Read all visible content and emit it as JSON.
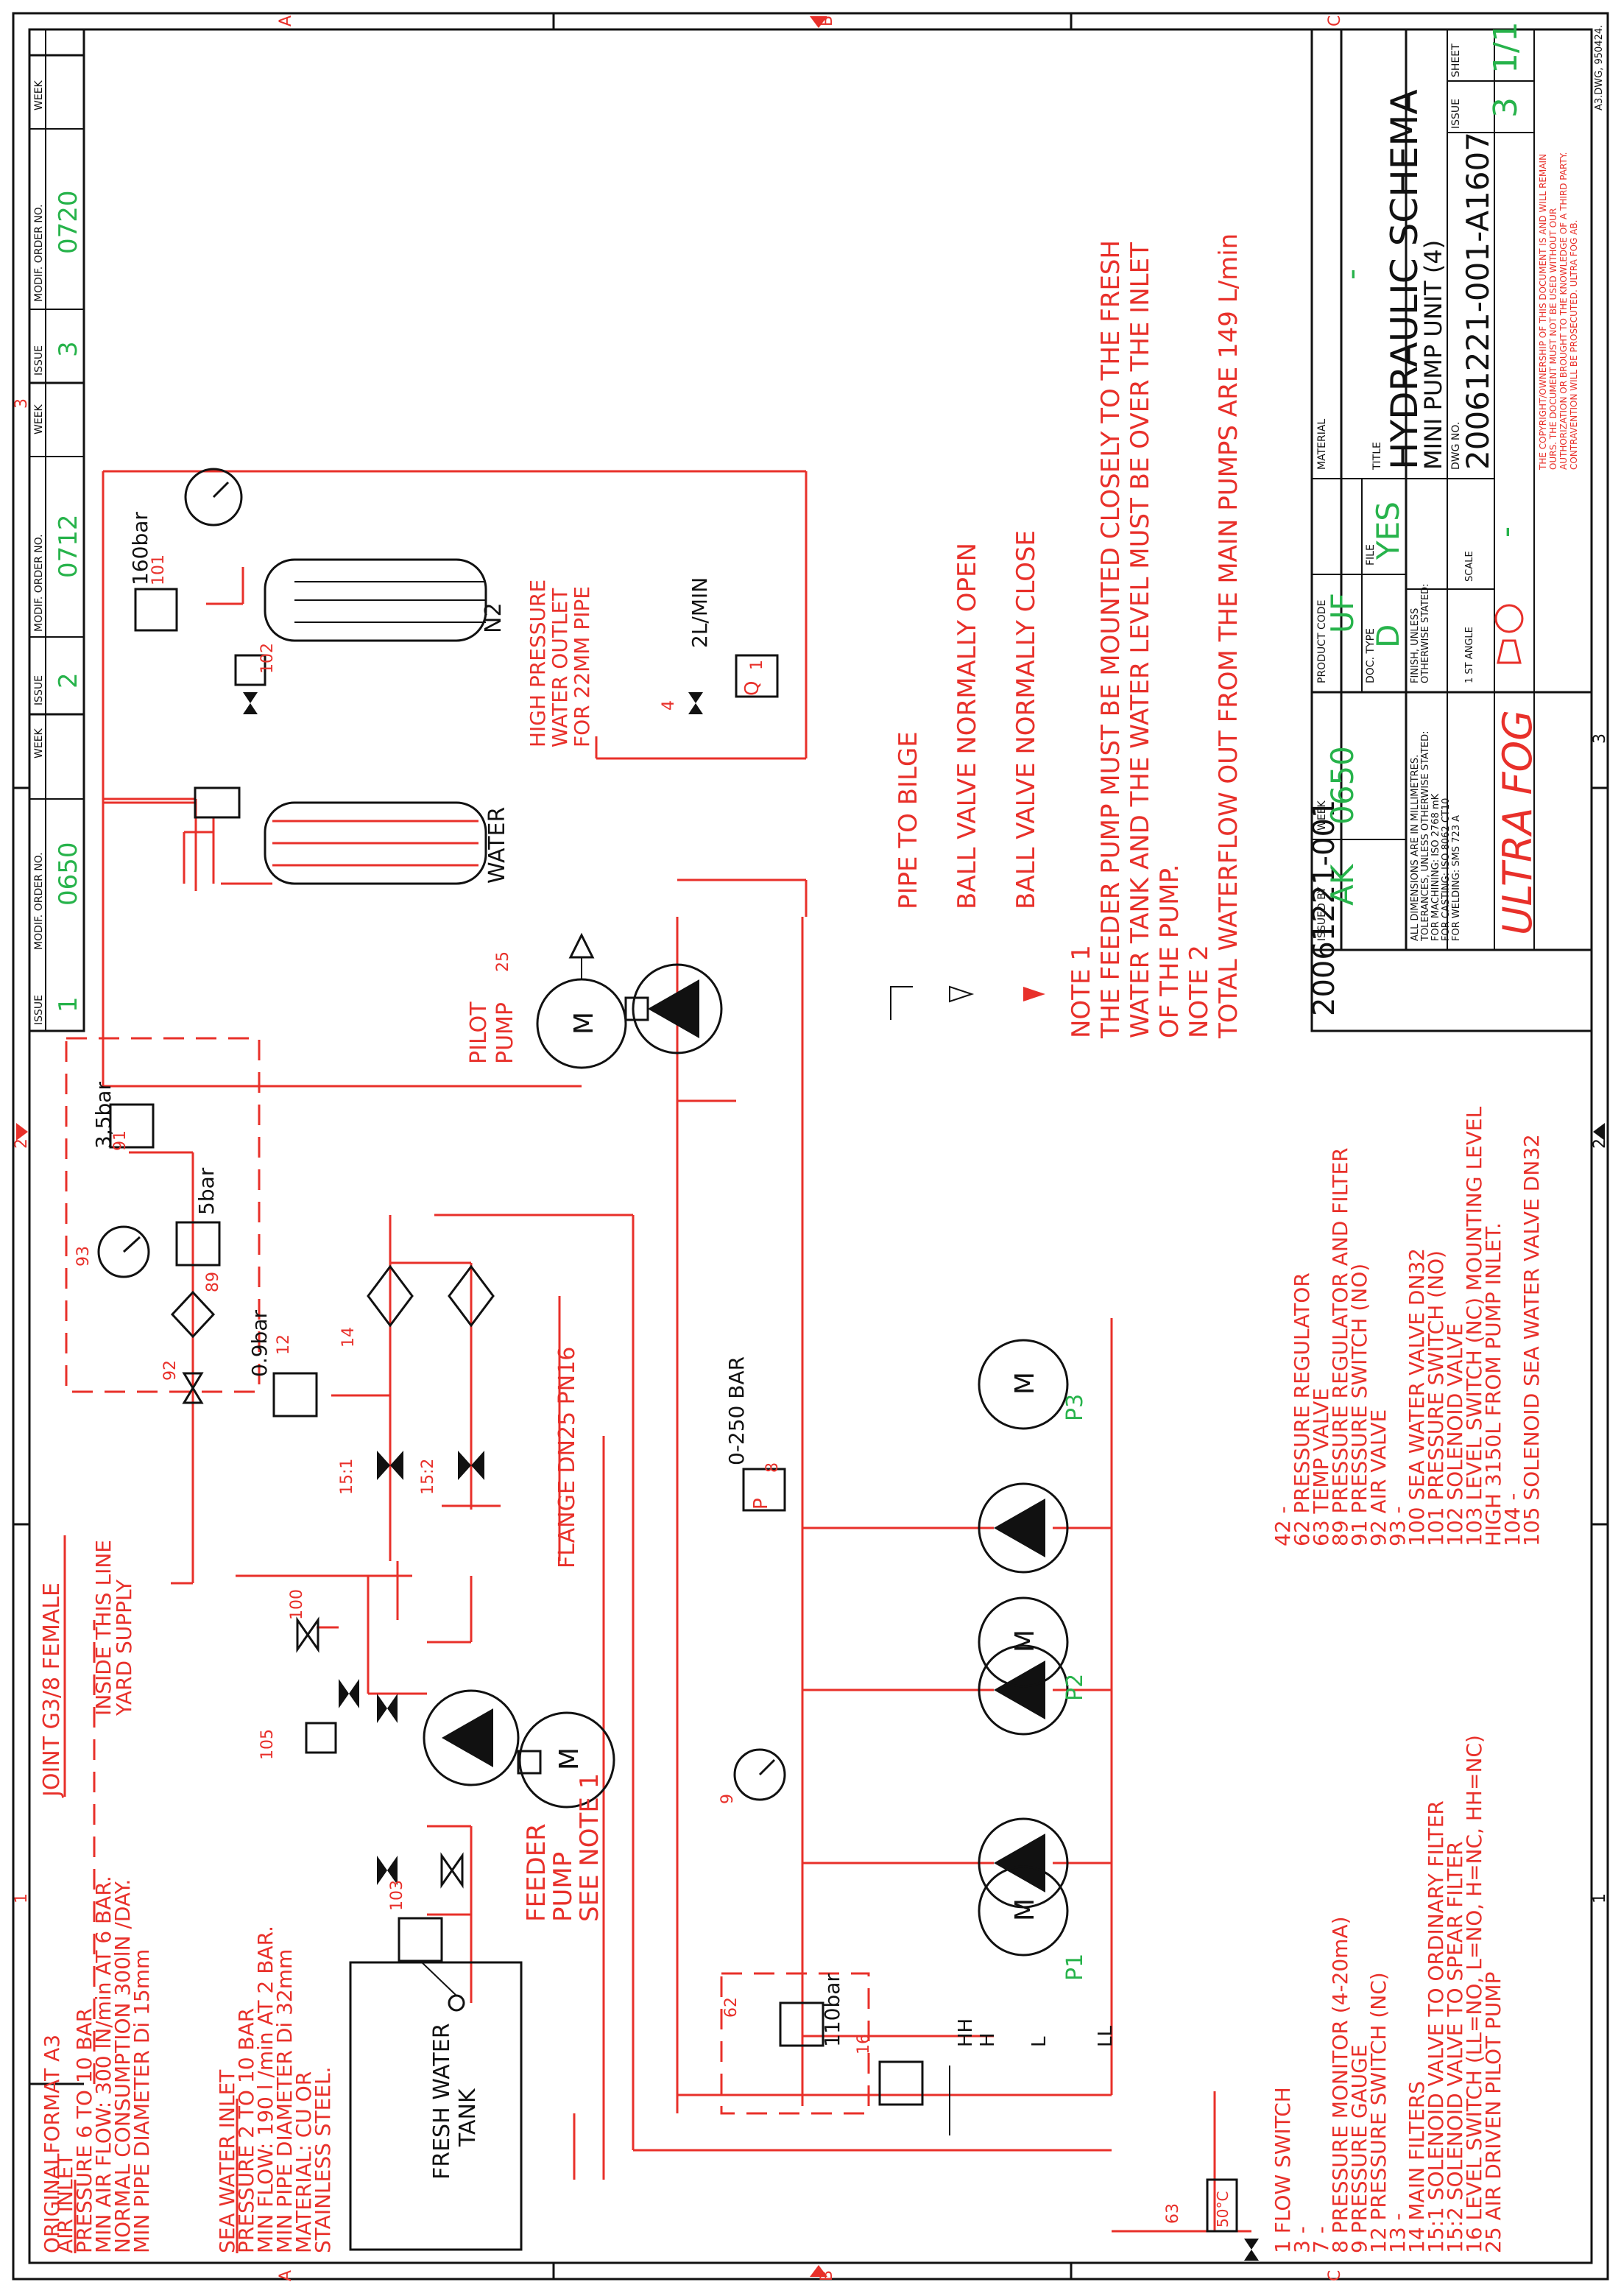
{
  "drawing": {
    "format_label": "ORIGINALFORMAT A3",
    "grid_letters": [
      "A",
      "B",
      "C"
    ],
    "grid_numbers": [
      "1",
      "2",
      "3"
    ],
    "colors": {
      "piping": "#e8302a",
      "frame": "#111111",
      "filled": "#27b34b"
    }
  },
  "revisions": {
    "headers": [
      "ISSUE",
      "MODIF. ORDER NO.",
      "WEEK"
    ],
    "rows": [
      {
        "issue": "1",
        "order": "0650",
        "week": ""
      },
      {
        "issue": "2",
        "order": "0712",
        "week": ""
      },
      {
        "issue": "3",
        "order": "0720",
        "week": ""
      }
    ]
  },
  "air_inlet": {
    "title": "AIR INLET",
    "lines": [
      "PRESSURE 6 TO 10 BAR",
      "MIN AIR FLOW: 300 lN/min AT 6 BAR.",
      "NORMAL CONSUMPTION 300lN /DAY.",
      "MIN PIPE DIAMETER Di 15mm"
    ]
  },
  "sea_water_inlet": {
    "title": "SEA WATER INLET",
    "lines": [
      "PRESSURE 2 TO 10 BAR",
      "MIN FLOW: 190 l /min AT 2 BAR.",
      "MIN PIPE DIAMETER Di 32mm",
      "MATERIAL: CU OR",
      "STAINLESS STEEL."
    ]
  },
  "labels": {
    "joint": "JOINT G3/8 FEMALE",
    "inside_line": "INSIDE THIS LINE",
    "yard_supply": "YARD SUPPLY",
    "fresh_water_tank_1": "FRESH WATER",
    "fresh_water_tank_2": "TANK",
    "feeder_pump_1": "FEEDER",
    "feeder_pump_2": "PUMP",
    "feeder_pump_3": "SEE NOTE 1",
    "flange": "FLANGE DN25 PN16",
    "pilot_pump_1": "PILOT",
    "pilot_pump_2": "PUMP",
    "water": "WATER",
    "n2": "N2",
    "hp_outlet_1": "HIGH PRESSURE",
    "hp_outlet_2": "WATER OUTLET",
    "hp_outlet_3": "FOR 22MM PIPE",
    "flow_2l": "2L/MIN",
    "gauge_range": "0-250 BAR",
    "p1": "P1",
    "p2": "P2",
    "p3": "P3",
    "level_hh": "HH",
    "level_h": "H",
    "level_l": "L",
    "level_ll": "LL",
    "temp_50": "50°C",
    "set_160": "160bar",
    "set_110": "110bar",
    "set_5": "5bar",
    "set_35": "3,5bar",
    "set_09": "0.9bar",
    "tag_101": "101",
    "tag_102": "102",
    "tag_103": "103",
    "tag_100": "100",
    "tag_105": "105",
    "tag_4": "4",
    "tag_1": "1",
    "tag_25": "25",
    "tag_91": "91",
    "tag_93": "93",
    "tag_89": "89",
    "tag_92": "92",
    "tag_12": "12",
    "tag_14": "14",
    "tag_151": "15:1",
    "tag_152": "15:2",
    "tag_8": "8",
    "tag_9": "9",
    "tag_62": "62",
    "tag_16": "16",
    "tag_63": "63",
    "m": "M",
    "p": "P",
    "q": "Q"
  },
  "legend_symbols": {
    "pipe_to_bilge": "PIPE TO BILGE",
    "ball_open": "BALL VALVE NORMALLY OPEN",
    "ball_close": "BALL VALVE NORMALLY CLOSE"
  },
  "notes": [
    "NOTE 1",
    "THE FEEDER PUMP MUST BE MOUNTED CLOSELY TO THE FRESH",
    "WATER TANK AND THE WATER LEVEL MUST BE OVER THE INLET",
    "OF THE PUMP.",
    "NOTE 2",
    "TOTAL WATERFLOW OUT FROM THE MAIN PUMPS ARE 149 L/min"
  ],
  "components_left": [
    "1 FLOW SWITCH",
    "3 -",
    "7 -",
    "8 PRESSURE MONITOR (4-20mA)",
    "9 PRESSURE GAUGE",
    "12 PRESSURE SWITCH (NC)",
    "13 -",
    "14 MAIN FILTERS",
    "15:1 SOLENOID VALVE TO ORDINARY FILTER",
    "15:2 SOLENOID VALVE TO SPEAR FILTER",
    "16 LEVEL SWITCH (LL=NO, L=NO, H=NC, HH=NC)",
    "25 AIR DRIVEN PILOT PUMP"
  ],
  "components_right": [
    "42 -",
    "62 PRESSURE REGULATOR",
    "63 TEMP VALVE",
    "89 PRESSURE REGULATOR AND FILTER",
    "91 PRESSURE SWITCH (NO)",
    "92 AIR VALVE",
    "93 -",
    "100 SEA WATER VALVE DN32",
    "101 PRESSURE SWITCH (NO)",
    "102 SOLENOID VALVE",
    "103 LEVEL SWITCH (NC) MOUNTING LEVEL",
    "HIGH 3150L FROM PUMP INLET.",
    "104 -",
    "105 SOLENOID SEA WATER VALVE DN32"
  ],
  "title_block": {
    "doc_number_vertical": "20061221-001",
    "issued_by_label": "ISSUED BY",
    "issued_by": "AK",
    "week_label": "WEEK",
    "week": "0650",
    "product_code_label": "PRODUCT CODE",
    "product_code": "UF",
    "doc_type_label": "DOC. TYPE",
    "doc_type": "D",
    "file_label": "FILE",
    "file": "YES",
    "material_label": "MATERIAL",
    "material": "-",
    "dims_note": [
      "ALL DIMENSIONS ARE IN MILLIMETRES.",
      "TOLERANCES, UNLESS OTHERWISE STATED:",
      "FOR MACHINING:  ISO 2768     mK",
      "FOR CASTING:     ISO 8062     CT10",
      "FOR WELDING:     SMS 723      A"
    ],
    "finish_note": [
      "FINISH, UNLESS",
      "OTHERWISE STATED:"
    ],
    "title_label": "TITLE",
    "title": "HYDRAULIC SCHEMA",
    "subtitle": "MINI PUMP UNIT (4)",
    "company": "ULTRA FOG",
    "projection_label": "1 ST ANGLE",
    "scale_label": "SCALE",
    "scale": "-",
    "dwg_label": "DWG NO.",
    "dwg_no": "20061221-001-A1607",
    "issue_label": "ISSUE",
    "issue": "3",
    "sheet_label": "SHEET",
    "sheet": "1/1",
    "copyright": [
      "THE COPYRIGHT/OWNERSHIP OF THIS DOCUMENT IS AND WILL REMAIN",
      "OURS. THE DOCUMENT MUST NOT BE USED WITHOUT OUR",
      "AUTHORIZATION OR BROUGHT TO THE KNOWLEDGE OF A THIRD PARTY.",
      "CONTRAVENTION WILL BE PROSECUTED. ULTRA FOG AB."
    ],
    "file_ref": "A3.DWG, 950424."
  }
}
